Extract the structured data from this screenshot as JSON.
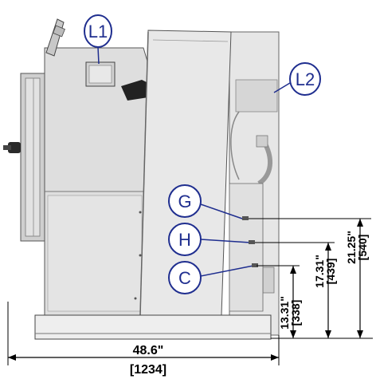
{
  "title": "",
  "callouts": {
    "l1": "L1",
    "l2": "L2",
    "g": "G",
    "h": "H",
    "c": "C"
  },
  "dimensions": {
    "width_in": "48.6\"",
    "width_mm": "[1234]",
    "height_c_in": "13.31\"",
    "height_c_mm": "[338]",
    "height_h_in": "17.31\"",
    "height_h_mm": "[439]",
    "height_g_in": "21.25\"",
    "height_g_mm": "[540]"
  },
  "colors": {
    "callout": "#1f2e8f",
    "body": "#dcdcdc",
    "outline": "#555555",
    "dim_line": "#000000"
  }
}
